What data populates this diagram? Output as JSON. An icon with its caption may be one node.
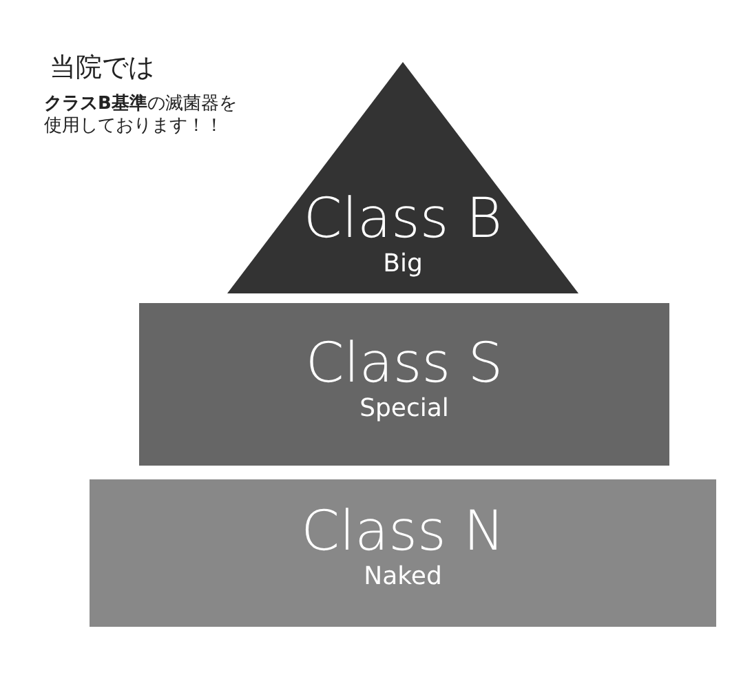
{
  "diagram": {
    "nodes": [
      {
        "text": [
          "Class B",
          "Big"
        ]
      },
      {
        "text": [
          "Class S",
          "Special"
        ]
      },
      {
        "text": [
          "Class N",
          "Naked"
        ]
      }
    ],
    "edges": [],
    "labels": [
      "当院では",
      "**クラスB基準**の滅菌器を使用しております！！"
    ]
  }
}
